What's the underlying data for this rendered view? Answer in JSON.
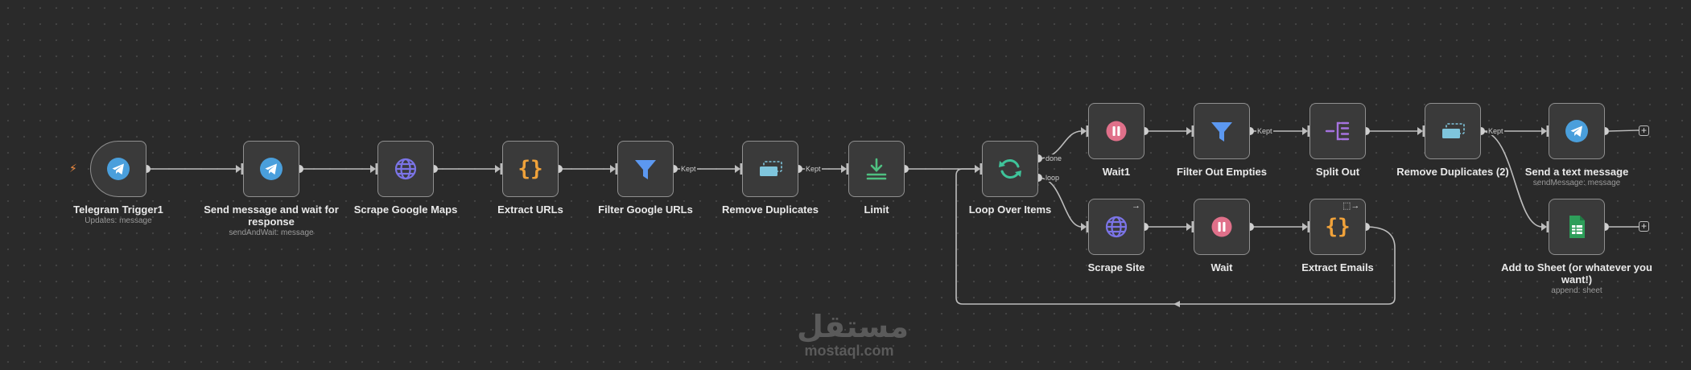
{
  "canvas": {
    "background": "#2a2a2a",
    "edge_color": "#bdbdbd"
  },
  "nodes": [
    {
      "id": "telegram-trigger",
      "label": "Telegram Trigger1",
      "sub": "Updates: message",
      "icon": "telegram-icon",
      "color": "#4a9fdc"
    },
    {
      "id": "send-wait",
      "label": "Send message and wait for response",
      "sub": "sendAndWait: message",
      "icon": "telegram-icon",
      "color": "#4a9fdc"
    },
    {
      "id": "scrape-maps",
      "label": "Scrape Google Maps",
      "icon": "globe-icon",
      "color": "#7b74e6"
    },
    {
      "id": "extract-urls",
      "label": "Extract URLs",
      "icon": "code-braces-icon",
      "color": "#f0a23a"
    },
    {
      "id": "filter-urls",
      "label": "Filter Google URLs",
      "icon": "filter-icon",
      "color": "#5c98f0"
    },
    {
      "id": "remove-dup",
      "label": "Remove Duplicates",
      "icon": "remove-duplicates-icon",
      "color": "#7fc5dc"
    },
    {
      "id": "limit",
      "label": "Limit",
      "icon": "limit-icon",
      "color": "#4fc081"
    },
    {
      "id": "loop",
      "label": "Loop Over Items",
      "icon": "loop-icon",
      "color": "#3fc49a"
    },
    {
      "id": "wait1",
      "label": "Wait1",
      "icon": "pause-icon",
      "color": "#e0708a"
    },
    {
      "id": "filter-empties",
      "label": "Filter Out Empties",
      "icon": "filter-icon",
      "color": "#5c98f0"
    },
    {
      "id": "split-out",
      "label": "Split Out",
      "icon": "split-out-icon",
      "color": "#a673e0"
    },
    {
      "id": "remove-dup2",
      "label": "Remove Duplicates (2)",
      "icon": "remove-duplicates-icon",
      "color": "#7fc5dc"
    },
    {
      "id": "send-text",
      "label": "Send a text message",
      "sub": "sendMessage: message",
      "icon": "telegram-icon",
      "color": "#4a9fdc"
    },
    {
      "id": "scrape-site",
      "label": "Scrape Site",
      "icon": "globe-icon",
      "color": "#7b74e6"
    },
    {
      "id": "wait",
      "label": "Wait",
      "icon": "pause-icon",
      "color": "#e0708a"
    },
    {
      "id": "extract-emails",
      "label": "Extract Emails",
      "icon": "code-braces-icon",
      "color": "#f0a23a"
    },
    {
      "id": "add-sheet",
      "label": "Add to Sheet (or whatever you want!)",
      "sub": "append: sheet",
      "icon": "sheets-icon",
      "color": "#2e9e5a"
    }
  ],
  "edges": [
    {
      "from": "telegram-trigger",
      "to": "send-wait"
    },
    {
      "from": "send-wait",
      "to": "scrape-maps"
    },
    {
      "from": "scrape-maps",
      "to": "extract-urls"
    },
    {
      "from": "extract-urls",
      "to": "filter-urls"
    },
    {
      "from": "filter-urls",
      "to": "remove-dup",
      "label": "Kept"
    },
    {
      "from": "remove-dup",
      "to": "limit",
      "label": "Kept"
    },
    {
      "from": "limit",
      "to": "loop"
    },
    {
      "from": "loop",
      "to": "wait1",
      "label": "done",
      "port": "done"
    },
    {
      "from": "loop",
      "to": "scrape-site",
      "label": "loop",
      "port": "loop"
    },
    {
      "from": "wait1",
      "to": "filter-empties"
    },
    {
      "from": "filter-empties",
      "to": "split-out",
      "label": "Kept"
    },
    {
      "from": "split-out",
      "to": "remove-dup2"
    },
    {
      "from": "remove-dup2",
      "to": "send-text",
      "label": "Kept"
    },
    {
      "from": "remove-dup2",
      "to": "add-sheet"
    },
    {
      "from": "scrape-site",
      "to": "wait"
    },
    {
      "from": "wait",
      "to": "extract-emails"
    },
    {
      "from": "extract-emails",
      "to": "loop",
      "kind": "loopback"
    }
  ],
  "watermark": {
    "arabic": "مستقل",
    "latin": "mostaql.com"
  }
}
